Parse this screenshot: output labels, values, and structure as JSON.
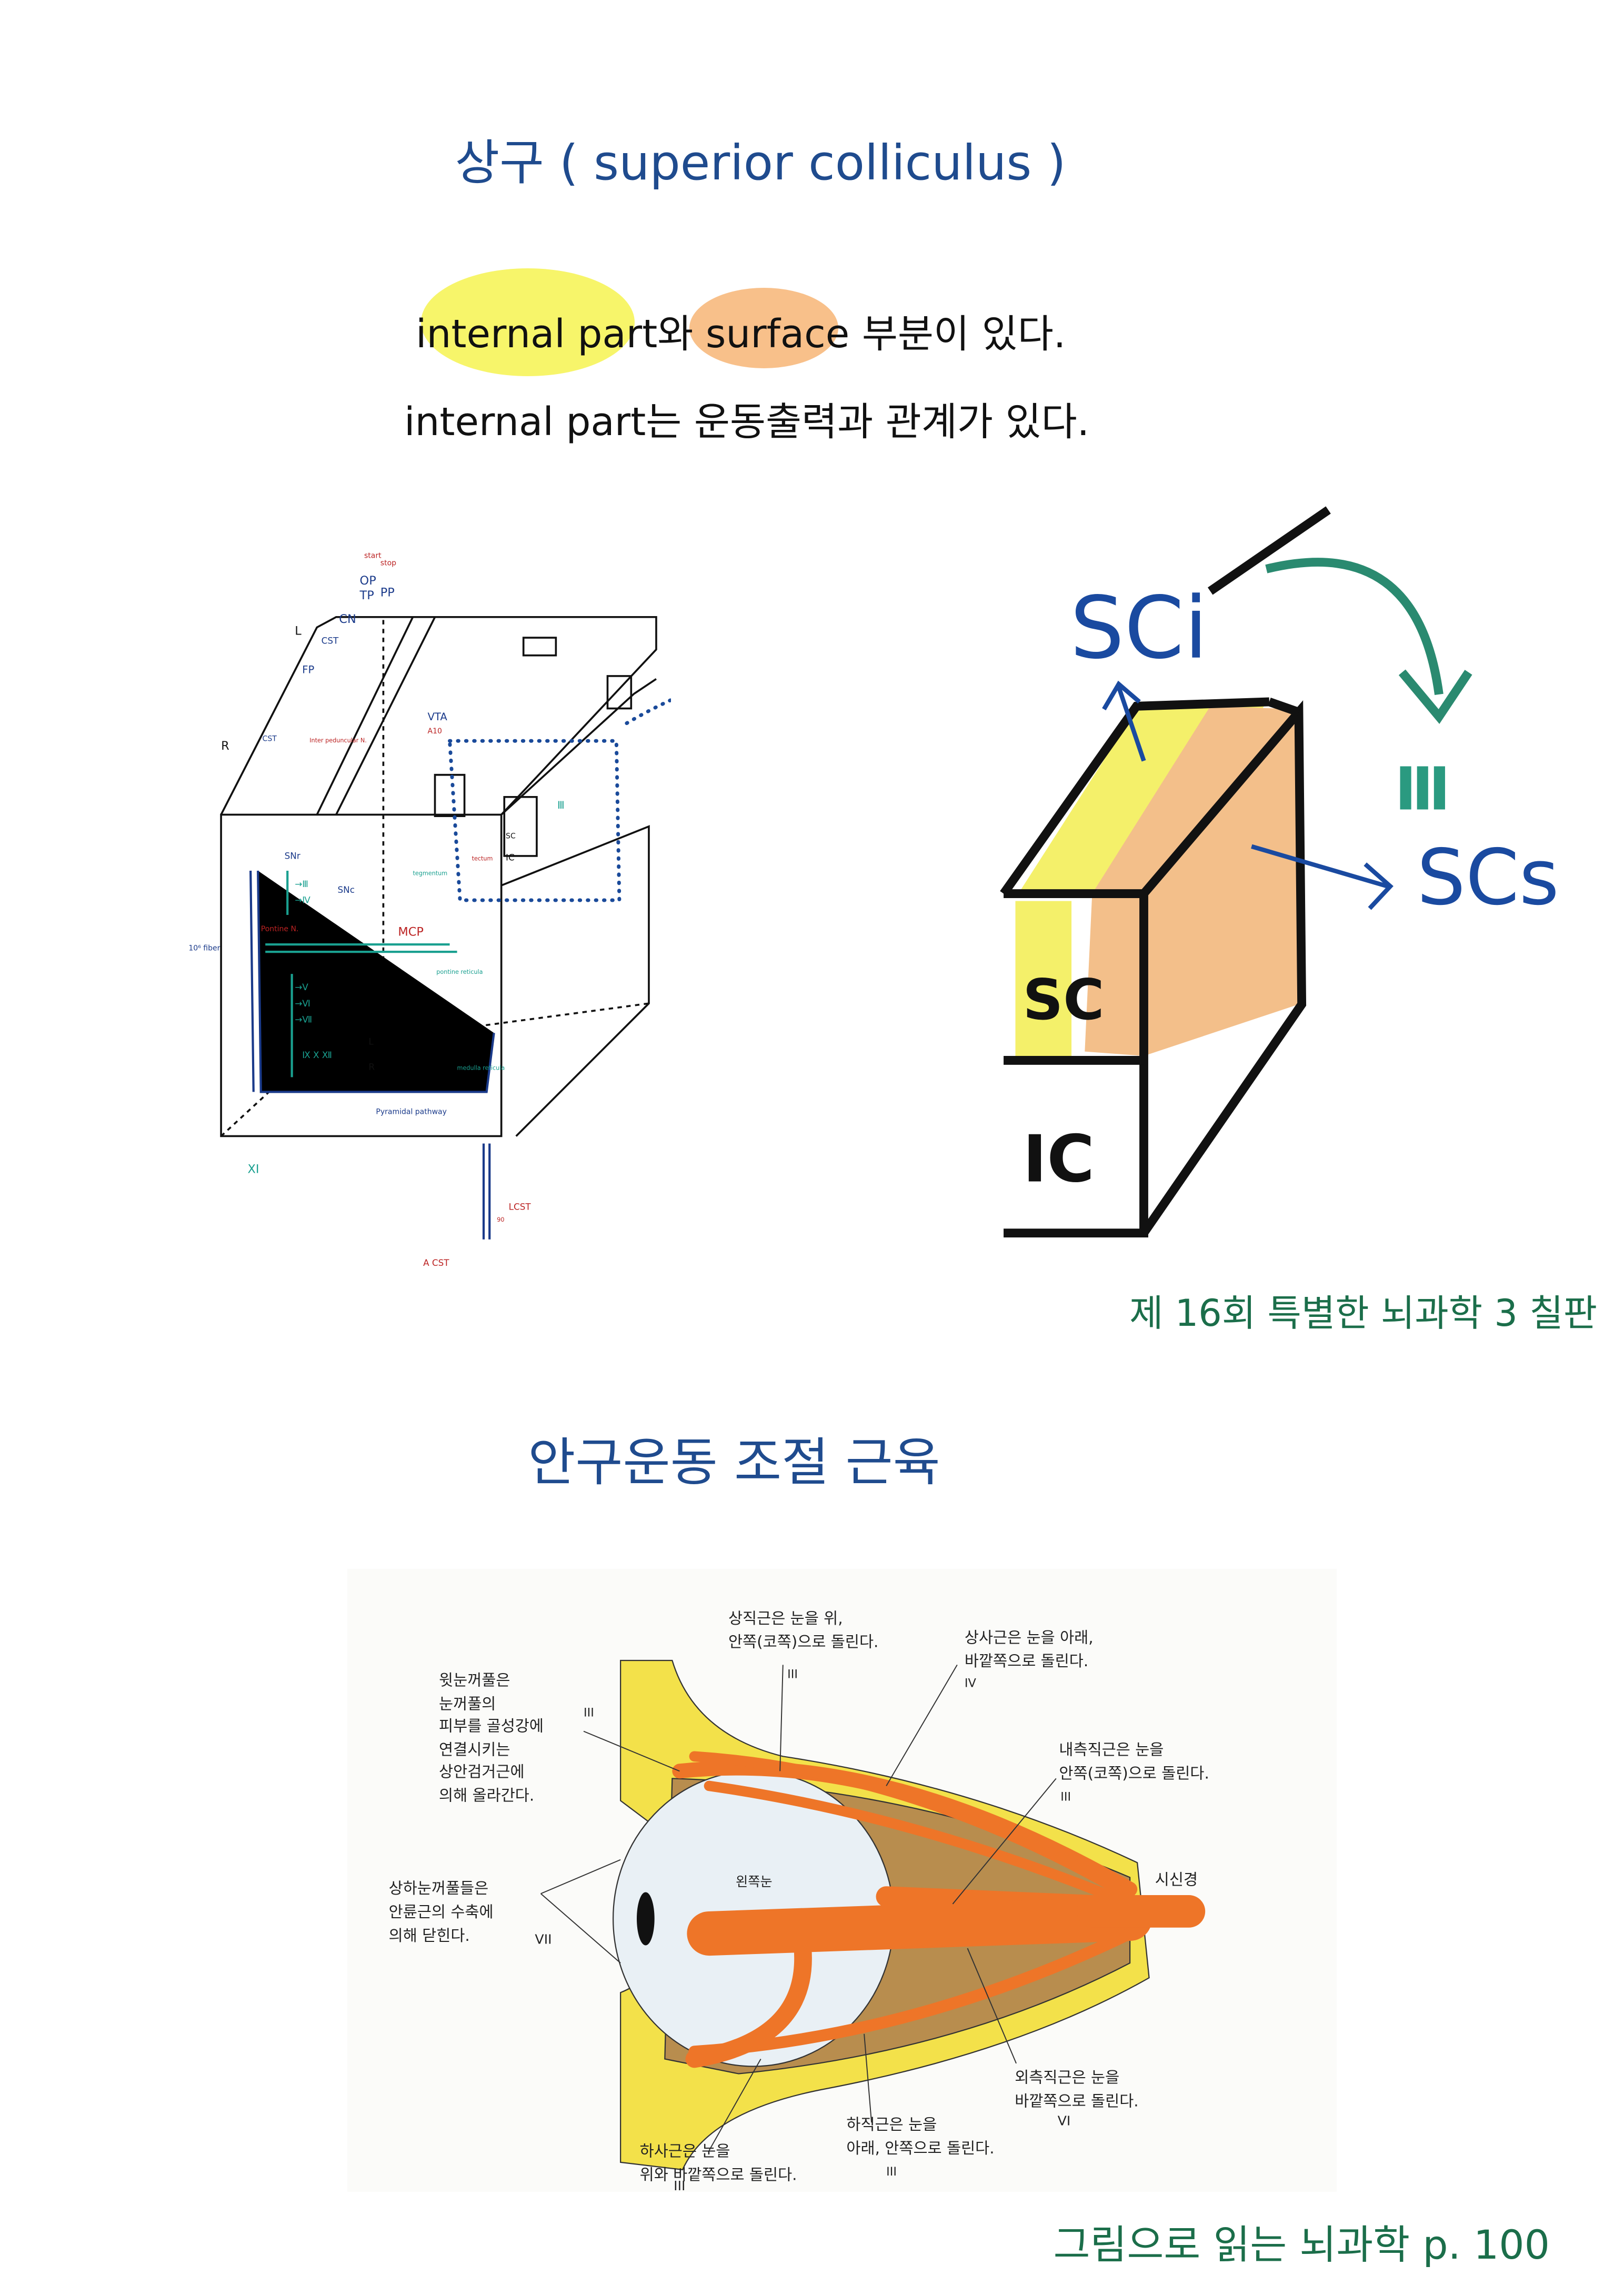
{
  "section1": {
    "title": "상구 ( superior colliculus )",
    "line1": {
      "part1": "internal part",
      "part2": "와 ",
      "part3": "surface",
      "part4": " 부분이 있다."
    },
    "line2": "internal part는 운동출력과 관계가 있다.",
    "highlight_colors": {
      "internal": "#f7f56a",
      "surface": "#f8c08a"
    },
    "diagram_labels": {
      "start": "start",
      "stop": "stop",
      "op": "OP",
      "tp": "TP",
      "pp": "PP",
      "cn": "CN",
      "l_top": "L",
      "cst1": "CST",
      "fp": "FP",
      "r": "R",
      "cst2": "CST",
      "inter": "Inter peduncular N.",
      "vta": "VTA",
      "a10": "A10",
      "iii_top": "Ⅲ",
      "snr": "SNr",
      "snc": "SNc",
      "sc": "SC",
      "ic": "IC",
      "tectum": "tectum",
      "tegmentum": "tegmentum",
      "iii": "→Ⅲ",
      "iv": "→Ⅳ",
      "pontine_n": "Pontine N.",
      "mcp": "MCP",
      "fiber": "10⁶ fiber",
      "pontine_ret": "pontine reticula",
      "v": "→V",
      "vi": "→Ⅵ",
      "vii": "→Ⅶ",
      "ix": "Ⅸ Ⅹ Ⅻ",
      "l_mid": "L",
      "r_mid": "R",
      "medulla": "medulla reticula",
      "pyramidal": "Pyramidal pathway",
      "xi": "XI",
      "lcst": "LCST",
      "ninety": "90",
      "acst": "A CST"
    },
    "zoom_labels": {
      "sci": "SCi",
      "scs": "SCs",
      "iii": "Ⅲ",
      "sc": "SC",
      "ic": "IC"
    },
    "source": "제 16회 특별한 뇌과학 3 칠판"
  },
  "section2": {
    "title": "안구운동 조절 근육",
    "eye_labels": {
      "superior_rectus": [
        "상직근은 눈을 위,",
        "안쪽(코쪽)으로 돌린다.",
        "III"
      ],
      "superior_oblique": [
        "상사근은 눈을 아래,",
        "바깥쪽으로 돌린다.",
        "IV"
      ],
      "levator": [
        "윗눈꺼풀은",
        "눈꺼풀의",
        "피부를 골성강에",
        "연결시키는",
        "상안검거근에",
        "의해 올라간다.",
        "III"
      ],
      "medial_rectus": [
        "내측직근은 눈을",
        "안쪽(코쪽)으로 돌린다.",
        "III"
      ],
      "optic_nerve": "시신경",
      "left_eye": "왼쪽눈",
      "orbicularis": [
        "상하눈꺼풀들은",
        "안륜근의 수축에",
        "의해 닫힌다.",
        "VII"
      ],
      "lateral_rectus": [
        "외측직근은 눈을",
        "바깥쪽으로 돌린다.",
        "VI"
      ],
      "inferior_rectus": [
        "하직근은 눈을",
        "아래, 안쪽으로 돌린다.",
        "III"
      ],
      "inferior_oblique": [
        "하사근은 눈을",
        "위와 바깥쪽으로 돌린다.",
        "III"
      ]
    },
    "source": "그림으로 읽는 뇌과학 p. 100"
  },
  "colors": {
    "title": "#1f4b8e",
    "caption": "#1b6e4a",
    "muscle": "#ee7528",
    "orbit": "#f3e14a",
    "cone": "#b88d4e"
  }
}
